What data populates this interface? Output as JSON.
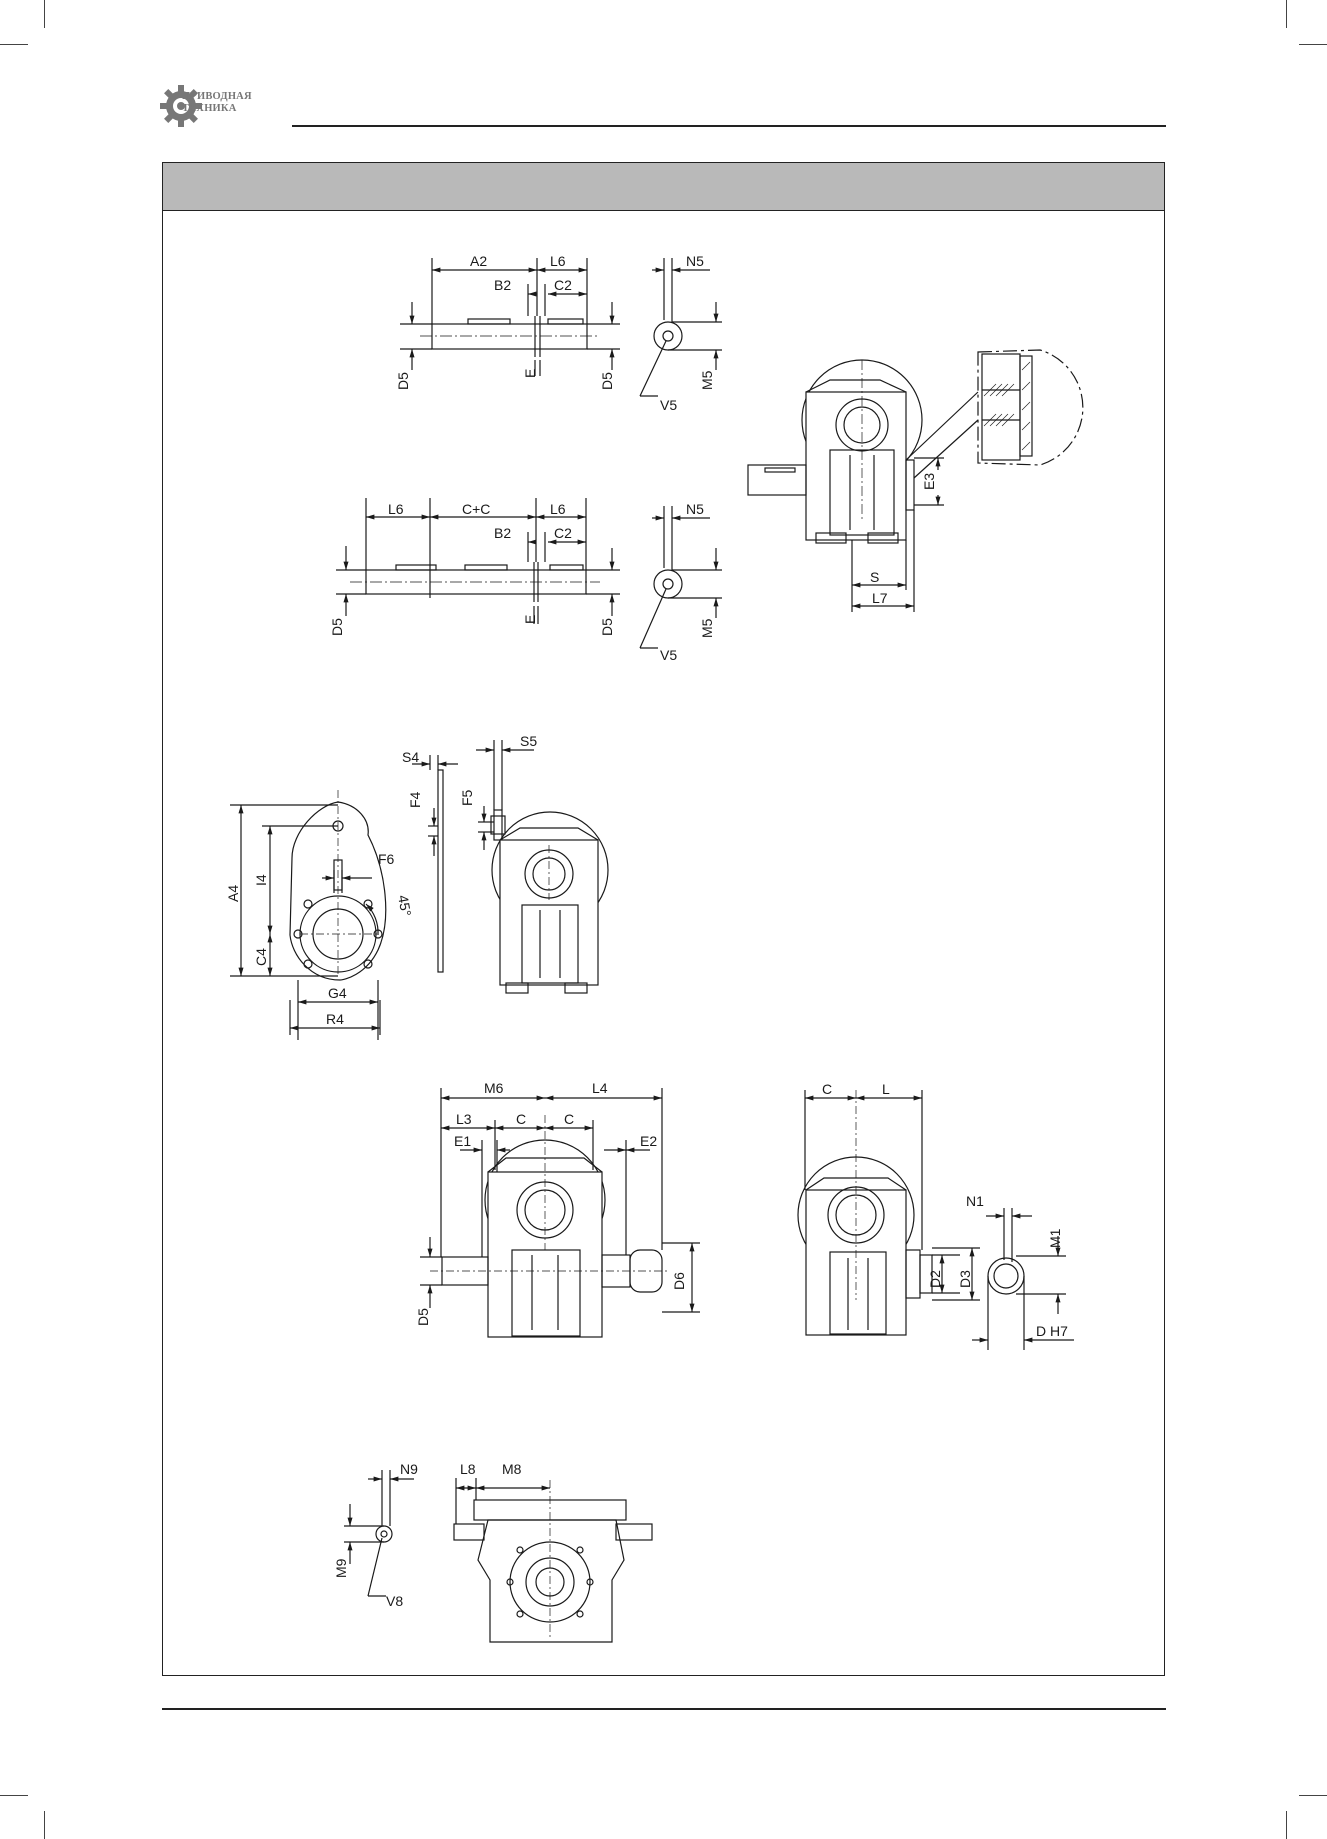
{
  "header": {
    "logo_line1": "ПРИВОДНАЯ",
    "logo_line2": "ТЕХНИКА"
  },
  "section_title": "",
  "views": {
    "single_shaft": {
      "labels": [
        "A2",
        "L6",
        "B2",
        "C2",
        "D5",
        "E",
        "D5"
      ],
      "end_view_labels": [
        "N5",
        "M5",
        "V5"
      ]
    },
    "double_shaft": {
      "labels": [
        "L6",
        "C+C",
        "L6",
        "B2",
        "C2",
        "D5",
        "E",
        "D5"
      ],
      "end_view_labels": [
        "N5",
        "M5",
        "V5"
      ]
    },
    "cover_detail": {
      "labels": [
        "E3",
        "S",
        "L7"
      ]
    },
    "torque_arm": {
      "labels": [
        "A4",
        "I4",
        "C4",
        "F6",
        "45°",
        "G4",
        "R4",
        "S4",
        "F4",
        "F5",
        "S5"
      ]
    },
    "input_output": {
      "labels": [
        "M6",
        "L4",
        "L3",
        "C",
        "C",
        "E1",
        "E2",
        "D5",
        "D6"
      ]
    },
    "hollow_shaft": {
      "labels": [
        "C",
        "L",
        "N1",
        "M1",
        "D2",
        "D3",
        "D H7"
      ]
    },
    "flange_view": {
      "labels": [
        "N9",
        "M9",
        "V8",
        "L8",
        "M8"
      ]
    }
  },
  "icons": [
    "gear-logo-icon"
  ],
  "colors": {
    "line": "#1a1a1a",
    "header_band": "#b9b9b9",
    "logo_gray": "#777777"
  }
}
